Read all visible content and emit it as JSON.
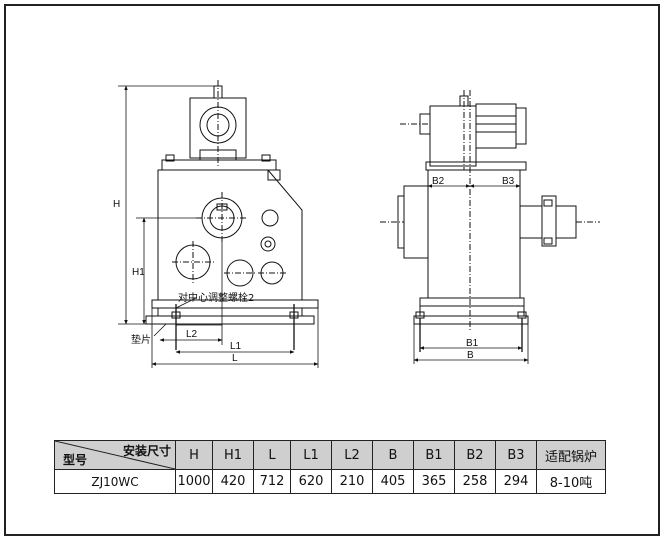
{
  "labels": {
    "H": "H",
    "H1": "H1",
    "L": "L",
    "L1": "L1",
    "L2": "L2",
    "B": "B",
    "B1": "B1",
    "B2": "B2",
    "B3": "B3",
    "adjust_note": "对中心调整螺栓2",
    "shim_note": "垫片"
  },
  "table": {
    "corner_top": "安装尺寸",
    "corner_bottom": "型号",
    "columns": [
      "H",
      "H1",
      "L",
      "L1",
      "L2",
      "B",
      "B1",
      "B2",
      "B3",
      "适配锅炉"
    ],
    "rows": [
      {
        "model": "ZJ10WC",
        "values": [
          "1000",
          "420",
          "712",
          "620",
          "210",
          "405",
          "365",
          "258",
          "294",
          "8-10吨"
        ]
      }
    ]
  }
}
